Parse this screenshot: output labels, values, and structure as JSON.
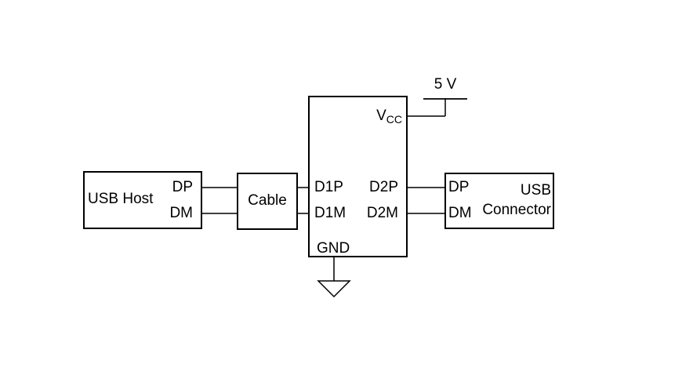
{
  "diagram": {
    "colors": {
      "line": "#000000",
      "background": "#ffffff"
    },
    "blocks": {
      "usb_host": {
        "label": "USB Host",
        "pin_dp": "DP",
        "pin_dm": "DM"
      },
      "cable": {
        "label": "Cable"
      },
      "ic": {
        "pin_vcc_base": "V",
        "pin_vcc_sub": "CC",
        "pin_d1p": "D1P",
        "pin_d1m": "D1M",
        "pin_d2p": "D2P",
        "pin_d2m": "D2M",
        "pin_gnd": "GND"
      },
      "usb_connector": {
        "label_line1": "USB",
        "label_line2": "Connector",
        "pin_dp": "DP",
        "pin_dm": "DM"
      }
    },
    "supply": {
      "label": "5 V"
    },
    "icons": {
      "ground": "ground-triangle-icon"
    }
  }
}
